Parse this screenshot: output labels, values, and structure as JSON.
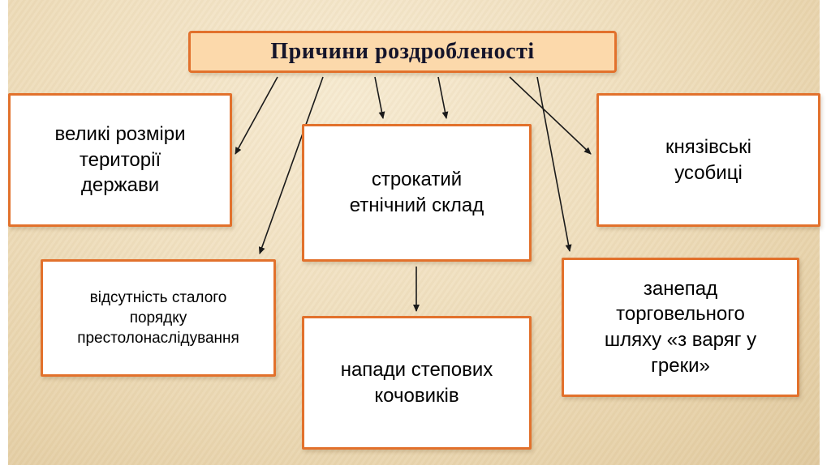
{
  "slide": {
    "title": "Причини роздробленості",
    "boxes": {
      "territory": "великі розміри території держави",
      "ethnic": "строкатий етнічний склад",
      "feuds": "князівські усобиці",
      "succession": "відсутність сталого порядку престолонаслідування",
      "nomads": "напади степових кочовиків",
      "trade": "занепад торговельного шляху «з варяг у греки»"
    },
    "colors": {
      "box_border": "#e2712c",
      "title_fill": "#fcd9ab",
      "box_fill": "#ffffff",
      "background": "#efe0c0",
      "arrow": "#1a1a1a",
      "title_text": "#15152b",
      "box_text": "#000000"
    }
  }
}
